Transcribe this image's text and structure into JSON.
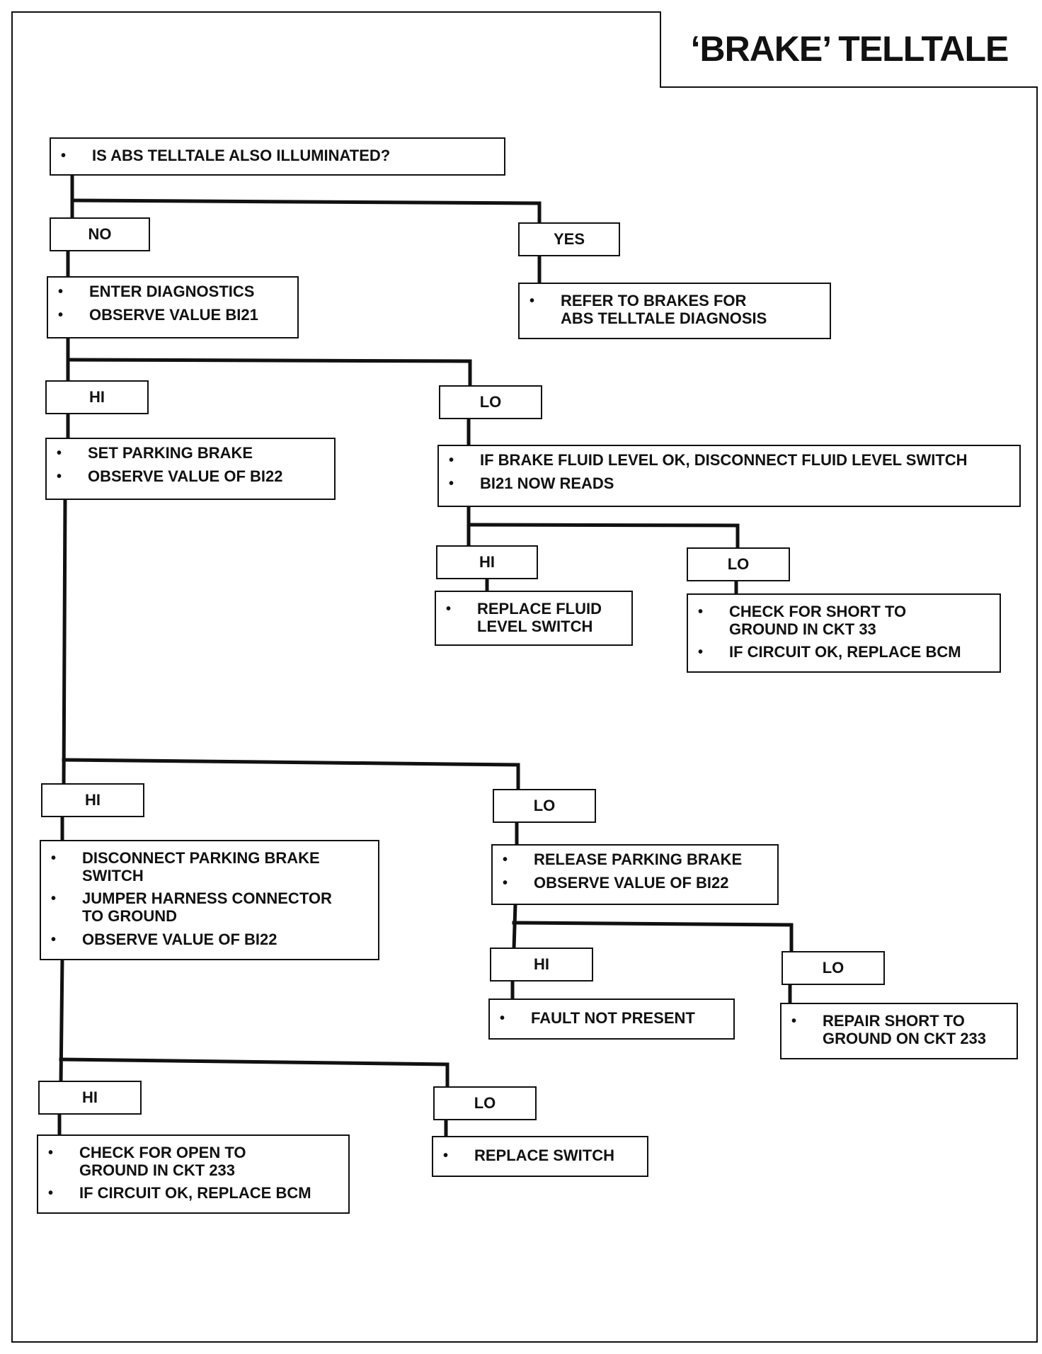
{
  "title": "‘BRAKE’ TELLTALE",
  "bullet_glyph": "•",
  "labels": {
    "no": "NO",
    "yes": "YES",
    "hi": "HI",
    "lo": "LO"
  },
  "nodes": {
    "q_abs": [
      "IS ABS TELLTALE ALSO ILLUMINATED?"
    ],
    "enter_diag": [
      "ENTER DIAGNOSTICS",
      "OBSERVE VALUE BI21"
    ],
    "refer_brakes": [
      "REFER TO BRAKES FOR\nABS TELLTALE DIAGNOSIS"
    ],
    "set_parking": [
      "SET PARKING BRAKE",
      "OBSERVE VALUE OF BI22"
    ],
    "fluid_level": [
      "IF BRAKE FLUID LEVEL OK, DISCONNECT FLUID LEVEL SWITCH",
      "BI21 NOW  READS"
    ],
    "replace_fluid": [
      "REPLACE FLUID\nLEVEL SWITCH"
    ],
    "check_short_33": [
      "CHECK FOR SHORT TO\nGROUND IN CKT 33",
      "IF CIRCUIT OK, REPLACE BCM"
    ],
    "disconnect_parking": [
      "DISCONNECT PARKING BRAKE\nSWITCH",
      "JUMPER HARNESS CONNECTOR\nTO GROUND",
      "OBSERVE VALUE OF BI22"
    ],
    "release_parking": [
      "RELEASE PARKING BRAKE",
      "OBSERVE VALUE OF BI22"
    ],
    "fault_not_present": [
      "FAULT NOT PRESENT"
    ],
    "repair_short_233": [
      "REPAIR SHORT TO\nGROUND ON CKT 233"
    ],
    "check_open_233": [
      "CHECK FOR OPEN TO\nGROUND IN CKT 233",
      "IF CIRCUIT OK, REPLACE BCM"
    ],
    "replace_switch": [
      "REPLACE SWITCH"
    ]
  }
}
